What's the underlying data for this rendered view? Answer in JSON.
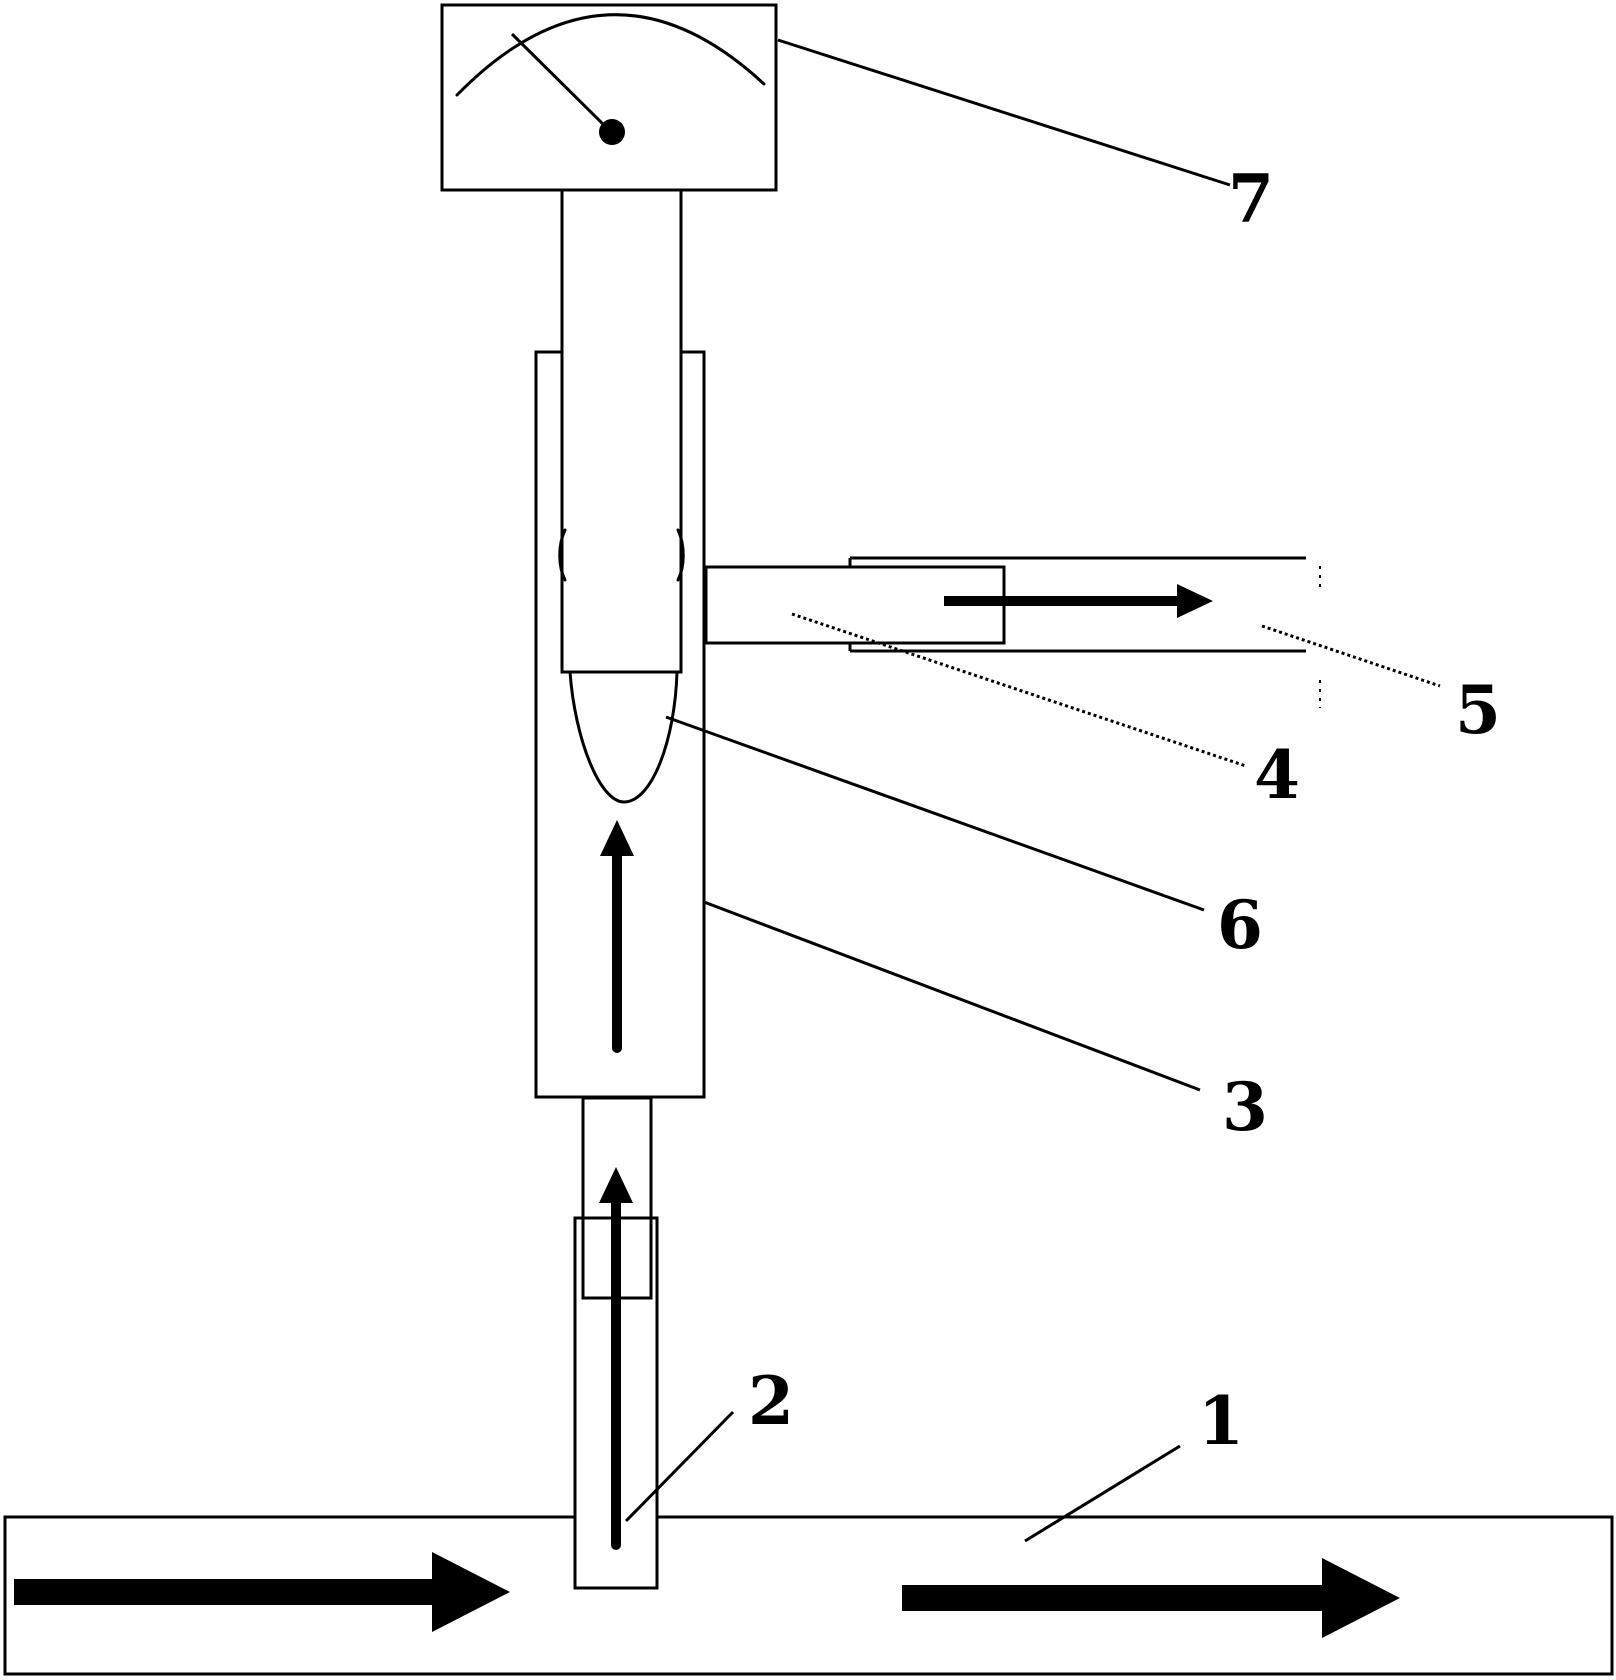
{
  "colors": {
    "background": "#ffffff",
    "line": "#000000"
  },
  "callouts": [
    {
      "id": "callout-1",
      "label": "1"
    },
    {
      "id": "callout-2",
      "label": "2"
    },
    {
      "id": "callout-3",
      "label": "3"
    },
    {
      "id": "callout-4",
      "label": "4"
    },
    {
      "id": "callout-5",
      "label": "5"
    },
    {
      "id": "callout-6",
      "label": "6"
    },
    {
      "id": "callout-7",
      "label": "7"
    }
  ]
}
